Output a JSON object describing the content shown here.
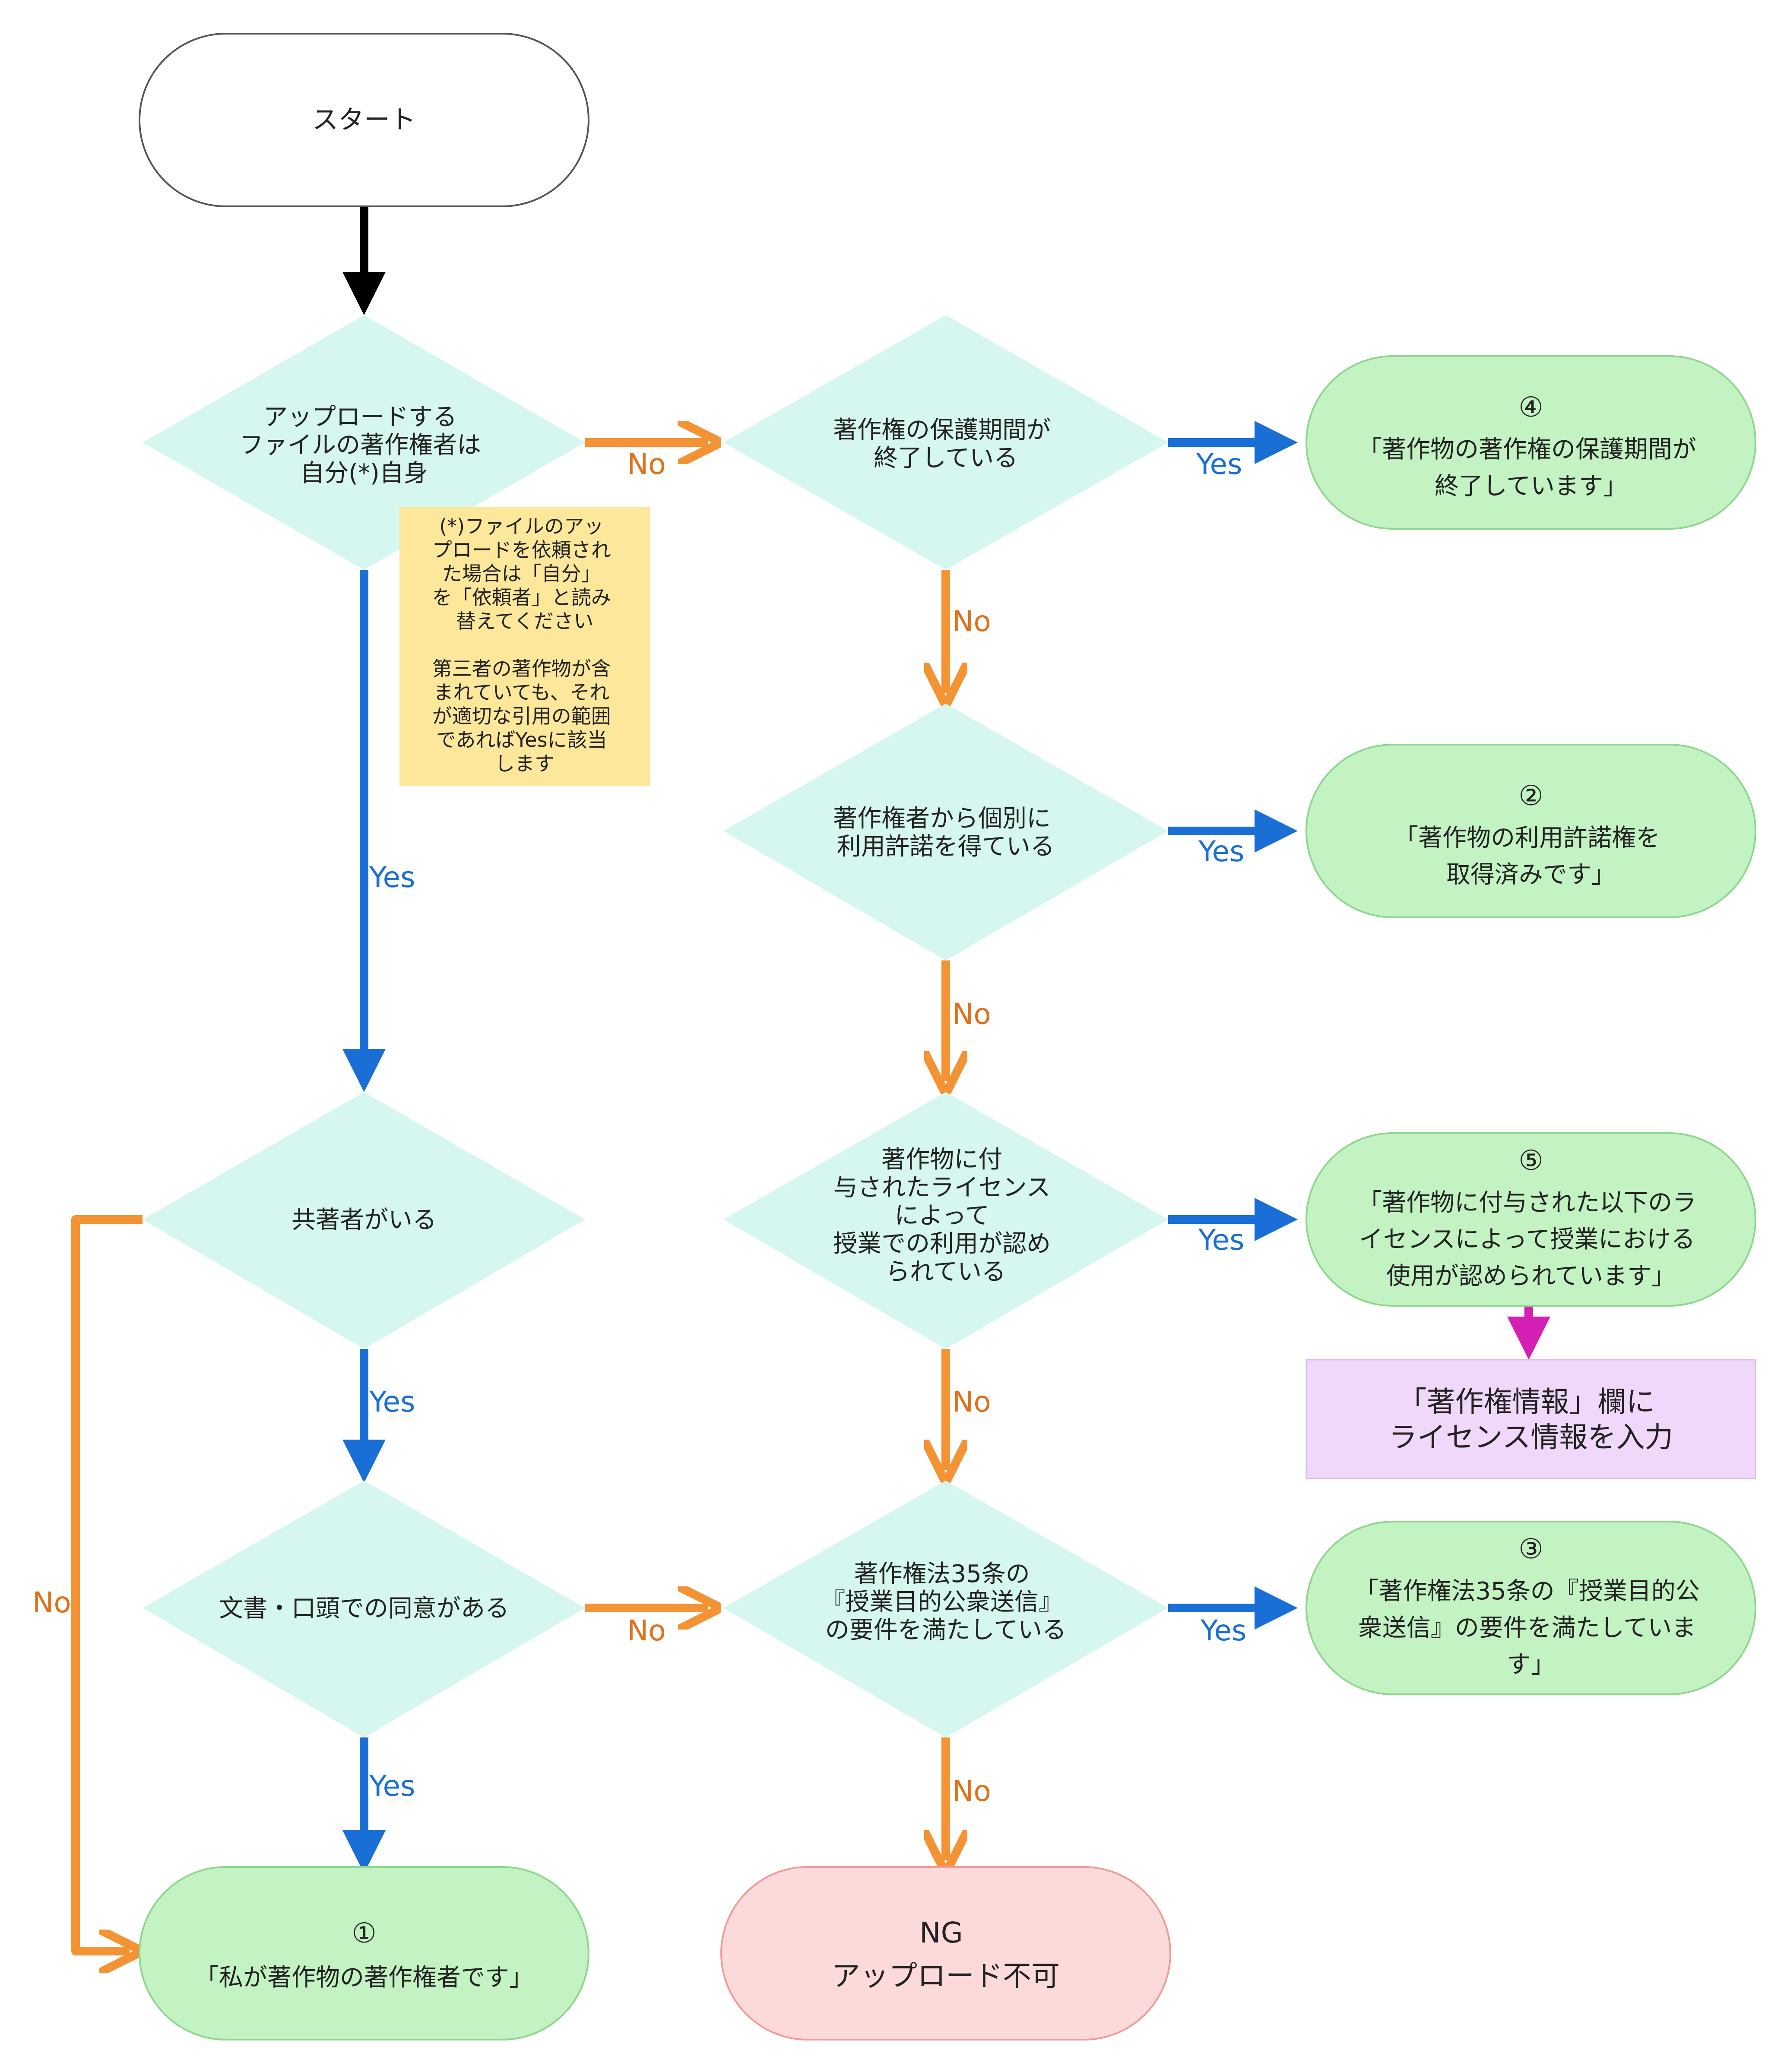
{
  "nodes": {
    "start": "スタート",
    "q_author": [
      "アップロードする",
      "ファイルの著作権者は",
      "自分(*)自身"
    ],
    "q_expired": [
      "著作権の保護期間が",
      "終了している"
    ],
    "r4_num": "④",
    "r4_text": [
      "「著作物の著作権の保護期間が",
      "終了しています」"
    ],
    "q_permission": [
      "著作権者から個別に",
      "利用許諾を得ている"
    ],
    "r2_num": "②",
    "r2_text": [
      "「著作物の利用許諾権を",
      "取得済みです」"
    ],
    "q_license": [
      "著作物に付",
      "与されたライセンス",
      "によって",
      "授業での利用が認め",
      "られている"
    ],
    "r5_num": "⑤",
    "r5_text": [
      "「著作物に付与された以下のラ",
      "イセンスによって授業における",
      "使用が認められています」"
    ],
    "action_license": [
      "「著作権情報」欄に",
      "ライセンス情報を入力"
    ],
    "q_coauthor": "共著者がいる",
    "q_consent": "文書・口頭での同意がある",
    "q_article35": [
      "著作権法35条の",
      "『授業目的公衆送信』",
      "の要件を満たしている"
    ],
    "r3_num": "③",
    "r3_text": [
      "「著作権法35条の『授業目的公",
      "衆送信』の要件を満たしていま",
      "す」"
    ],
    "r1_num": "①",
    "r1_text": "「私が著作物の著作権者です」",
    "ng": [
      "NG",
      "アップロード不可"
    ]
  },
  "notes": {
    "note1": [
      "(*)ファイルのアッ",
      "プロードを依頼され",
      "た場合は「自分」",
      "を「依頼者」と読み",
      "替えてください"
    ],
    "note2": [
      "第三者の著作物が含",
      "まれていても、それ",
      "が適切な引用の範囲",
      "であればYesに該当",
      "します"
    ]
  },
  "edge_labels": {
    "yes": "Yes",
    "no": "No"
  },
  "colors": {
    "decision_fill": "#d5f7ef",
    "result_fill": "#c3f2c3",
    "result_stroke": "#8fd68f",
    "ng_fill": "#fddada",
    "ng_stroke": "#f09a9a",
    "action_fill": "#efd8fa",
    "note_fill": "#fde79a",
    "yes_arrow": "#1a6fd6",
    "no_arrow": "#f39334",
    "start_arrow": "#000000",
    "action_arrow": "#d51fb4"
  }
}
